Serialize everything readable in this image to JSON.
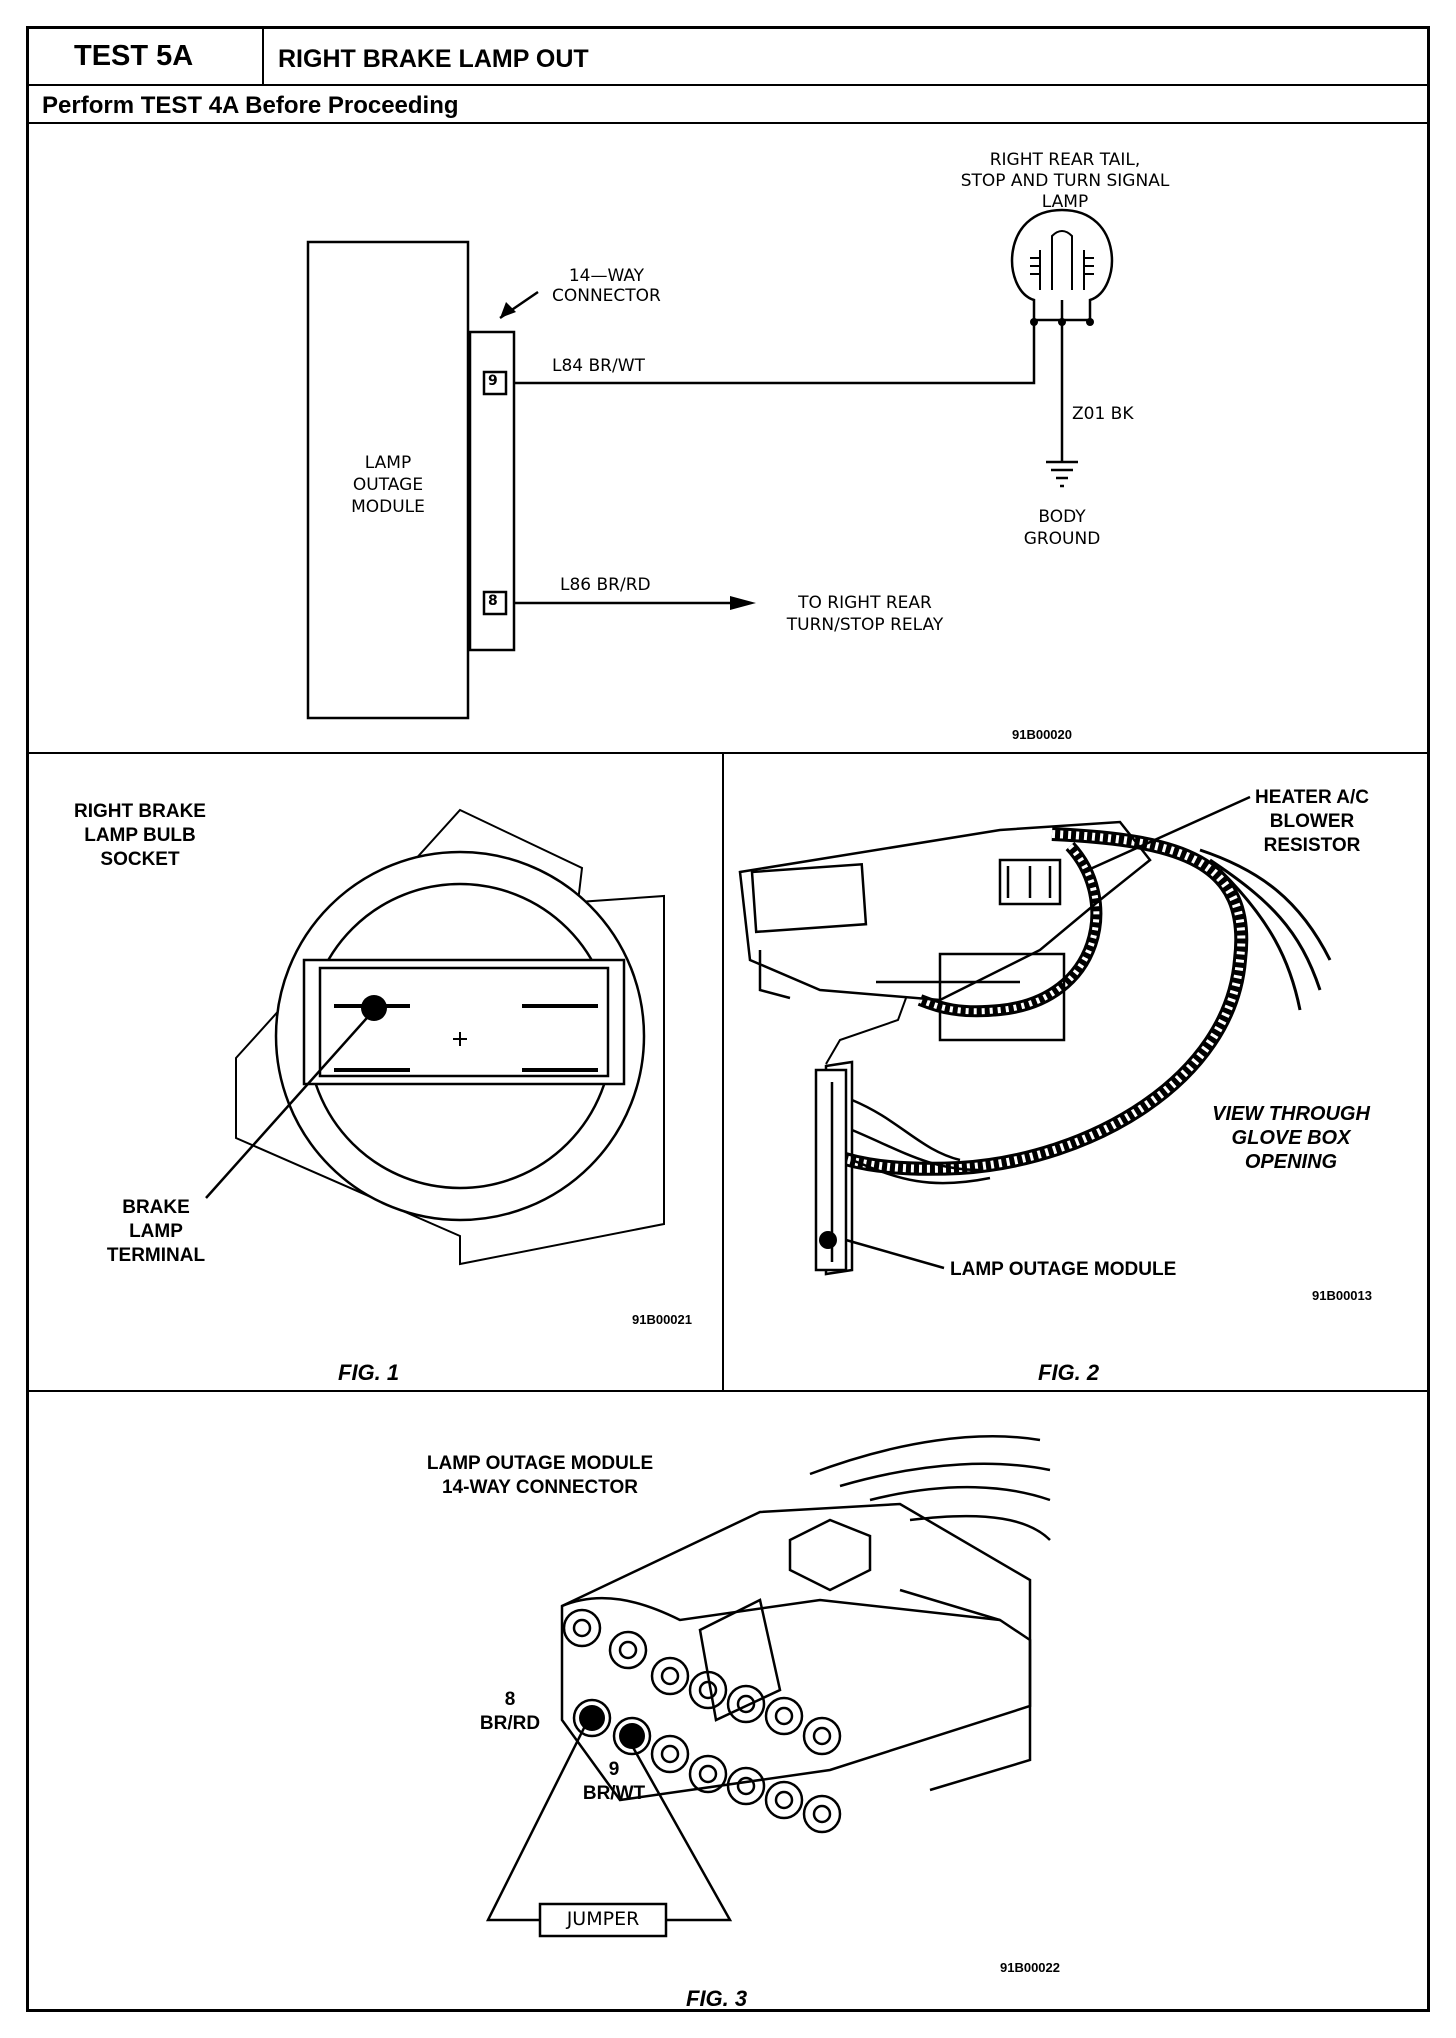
{
  "header": {
    "test_id": "TEST 5A",
    "title": "RIGHT BRAKE LAMP OUT",
    "prerequisite": "Perform TEST 4A Before Proceeding"
  },
  "schematic": {
    "module_label": [
      "LAMP",
      "OUTAGE",
      "MODULE"
    ],
    "connector_label": [
      "14—WAY",
      "CONNECTOR"
    ],
    "pin_top": "9",
    "pin_bottom": "8",
    "wire_top": "L84  BR/WT",
    "wire_bottom": "L86  BR/RD",
    "lamp_label": [
      "RIGHT REAR TAIL,",
      "STOP AND TURN SIGNAL",
      "LAMP"
    ],
    "ground_wire": "Z01  BK",
    "ground_label": [
      "BODY",
      "GROUND"
    ],
    "destination": [
      "TO RIGHT REAR",
      "TURN/STOP RELAY"
    ],
    "figure_code": "91B00020"
  },
  "fig1": {
    "label": [
      "RIGHT BRAKE",
      "LAMP BULB",
      "SOCKET"
    ],
    "terminal_label": [
      "BRAKE",
      "LAMP",
      "TERMINAL"
    ],
    "figure_code": "91B00021",
    "caption": "FIG. 1"
  },
  "fig2": {
    "resistor_label": [
      "HEATER A/C",
      "BLOWER",
      "RESISTOR"
    ],
    "view_label": [
      "VIEW THROUGH",
      "GLOVE BOX",
      "OPENING"
    ],
    "module_label": "LAMP OUTAGE MODULE",
    "figure_code": "91B00013",
    "caption": "FIG. 2"
  },
  "fig3": {
    "label": [
      "LAMP OUTAGE MODULE",
      "14-WAY CONNECTOR"
    ],
    "pin8": [
      "8",
      "BR/RD"
    ],
    "pin9": [
      "9",
      "BR/WT"
    ],
    "jumper": "JUMPER",
    "figure_code": "91B00022",
    "caption": "FIG. 3"
  }
}
